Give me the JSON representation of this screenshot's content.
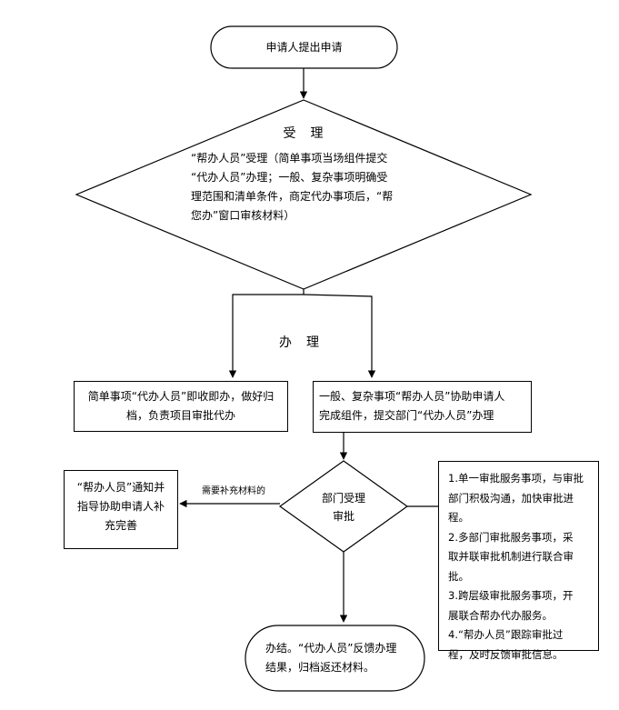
{
  "start": {
    "text": "申请人提出申请"
  },
  "accept": {
    "title": "受　理",
    "lines": [
      "“帮办人员”受理（简单事项当场组件提交",
      "“代办人员”办理；一般、复杂事项明确受",
      "理范围和清单条件，商定代办事项后，“帮",
      "您办”窗口审核材料）"
    ]
  },
  "handle": {
    "title": "办　理"
  },
  "simple": {
    "lines": [
      "简单事项“代办人员”即收即办，做好归",
      "档，负责项目审批代办"
    ]
  },
  "complex": {
    "lines": [
      "一般、复杂事项“帮办人员”协助申请人",
      "完成组件，提交部门“代办人员”办理"
    ]
  },
  "review": {
    "lines": [
      "部门受理",
      "审批"
    ]
  },
  "supplement_label": {
    "text": "需要补充材料的"
  },
  "notify": {
    "lines": [
      "“帮办人员”通知并",
      "指导协助申请人补",
      "充完善"
    ]
  },
  "notes": {
    "lines": [
      "1.单一审批服务事项，与审批",
      "部门积极沟通，加快审批进程。",
      "2.多部门审批服务事项，采",
      "取并联审批机制进行联合审",
      "批。",
      "3.跨层级审批服务事项，开",
      "展联合帮办代办服务。",
      "4.“帮办人员”跟踪审批过",
      "程，及时反馈审批信息。"
    ]
  },
  "finish": {
    "lines": [
      "办结。“代办人员”反馈办理",
      "结果，归档返还材料。"
    ]
  }
}
